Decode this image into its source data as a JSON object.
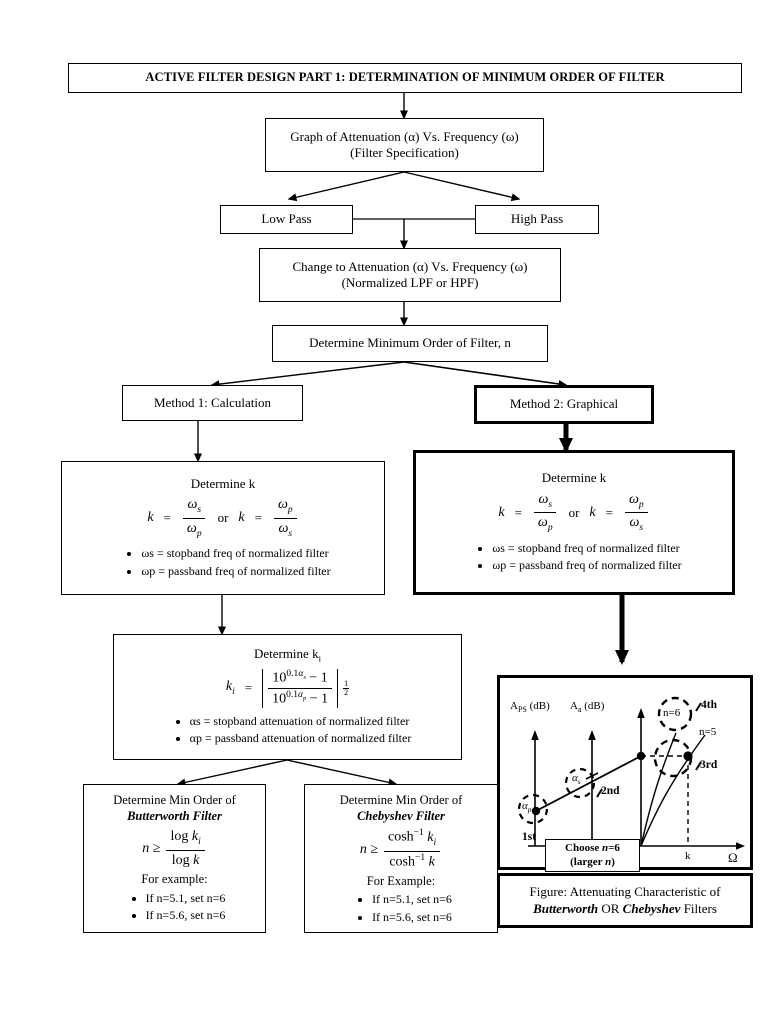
{
  "page": {
    "title_banner": "ACTIVE FILTER DESIGN PART 1: DETERMINATION OF MINIMUM ORDER OF FILTER"
  },
  "nodes": {
    "graph_spec": {
      "line1": "Graph of Attenuation (α) Vs. Frequency (ω)",
      "line2": "(Filter Specification)"
    },
    "low_pass": "Low Pass",
    "high_pass": "High Pass",
    "change_to": {
      "line1": "Change to Attenuation (α) Vs. Frequency (ω)",
      "line2": "(Normalized LPF or HPF)"
    },
    "determine_order": "Determine Minimum Order of Filter, n",
    "method1": "Method 1: Calculation",
    "method2": "Method 2: Graphical",
    "determine_k_left": {
      "heading": "Determine k",
      "eq_lhs1": "k",
      "eq_num1": "ωs",
      "eq_den1": "ωp",
      "eq_or": "or",
      "eq_lhs2": "k",
      "eq_num2": "ωp",
      "eq_den2": "ωs",
      "bullets": [
        "ωs = stopband freq of normalized filter",
        "ωp = passband freq of normalized filter"
      ]
    },
    "determine_k_right": {
      "heading": "Determine k",
      "eq_or": "or",
      "bullets": [
        "ωs = stopband freq of normalized filter",
        "ωp = passband freq of normalized filter"
      ]
    },
    "determine_ki": {
      "heading": "Determine ki",
      "eq_lhs": "ki",
      "eq_num": "100.1αs − 1",
      "eq_den": "100.1αp − 1",
      "exponent": "1/2",
      "bullets": [
        "αs = stopband attenuation of normalized filter",
        "αp = passband attenuation of normalized filter"
      ]
    },
    "butterworth": {
      "line1": "Determine Min Order of",
      "line2": "Butterworth Filter",
      "eq_lhs": "n ≥",
      "eq_num": "log ki",
      "eq_den": "log k",
      "example_label": "For example:",
      "examples": [
        "If n=5.1, set n=6",
        "If n=5.6, set n=6"
      ]
    },
    "chebyshev": {
      "line1": "Determine Min Order of",
      "line2": "Chebyshev Filter",
      "eq_lhs": "n ≥",
      "eq_num": "cosh⁻¹ ki",
      "eq_den": "cosh⁻¹ k",
      "example_label": "For Example:",
      "examples": [
        "If n=5.1, set n=6",
        "If n=5.6, set n=6"
      ]
    }
  },
  "figure": {
    "axis_label_left": "APS (dB)",
    "axis_label_mid": "Aa (dB)",
    "x_axis_label": "Ω",
    "x_tick_k": "k",
    "markers": {
      "alpha_p": "αp",
      "alpha_s": "αs",
      "step1": "1st",
      "step2": "2nd",
      "step3": "3rd",
      "step4": "4th",
      "curve_n6": "n=6",
      "curve_n5": "n=5"
    },
    "choose_box": {
      "line1": "Choose n=6",
      "line2": "(larger n)"
    },
    "caption": {
      "line1": "Figure: Attenuating Characteristic of",
      "line2_a": "Butterworth",
      "line2_b": "OR",
      "line2_c": "Chebyshev",
      "line2_d": "Filters"
    }
  },
  "colors": {
    "ink": "#000000",
    "paper": "#ffffff"
  }
}
